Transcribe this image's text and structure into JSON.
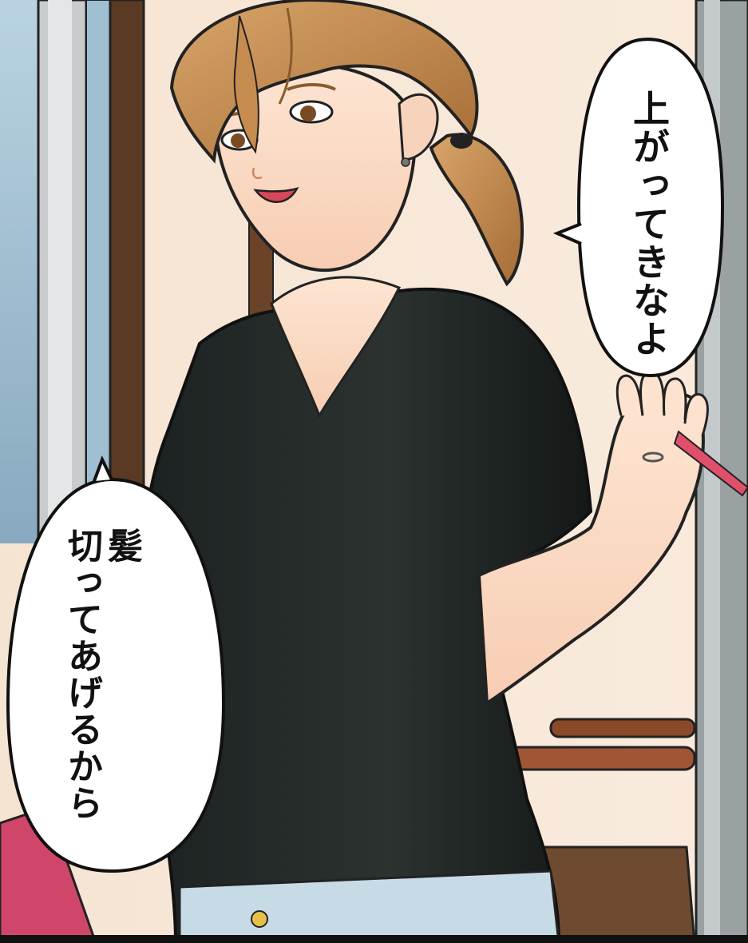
{
  "speech_bubbles": {
    "right": {
      "lines": [
        "上がってきなよ"
      ]
    },
    "left": {
      "lines": [
        "髪",
        "切ってあげるから"
      ]
    }
  }
}
